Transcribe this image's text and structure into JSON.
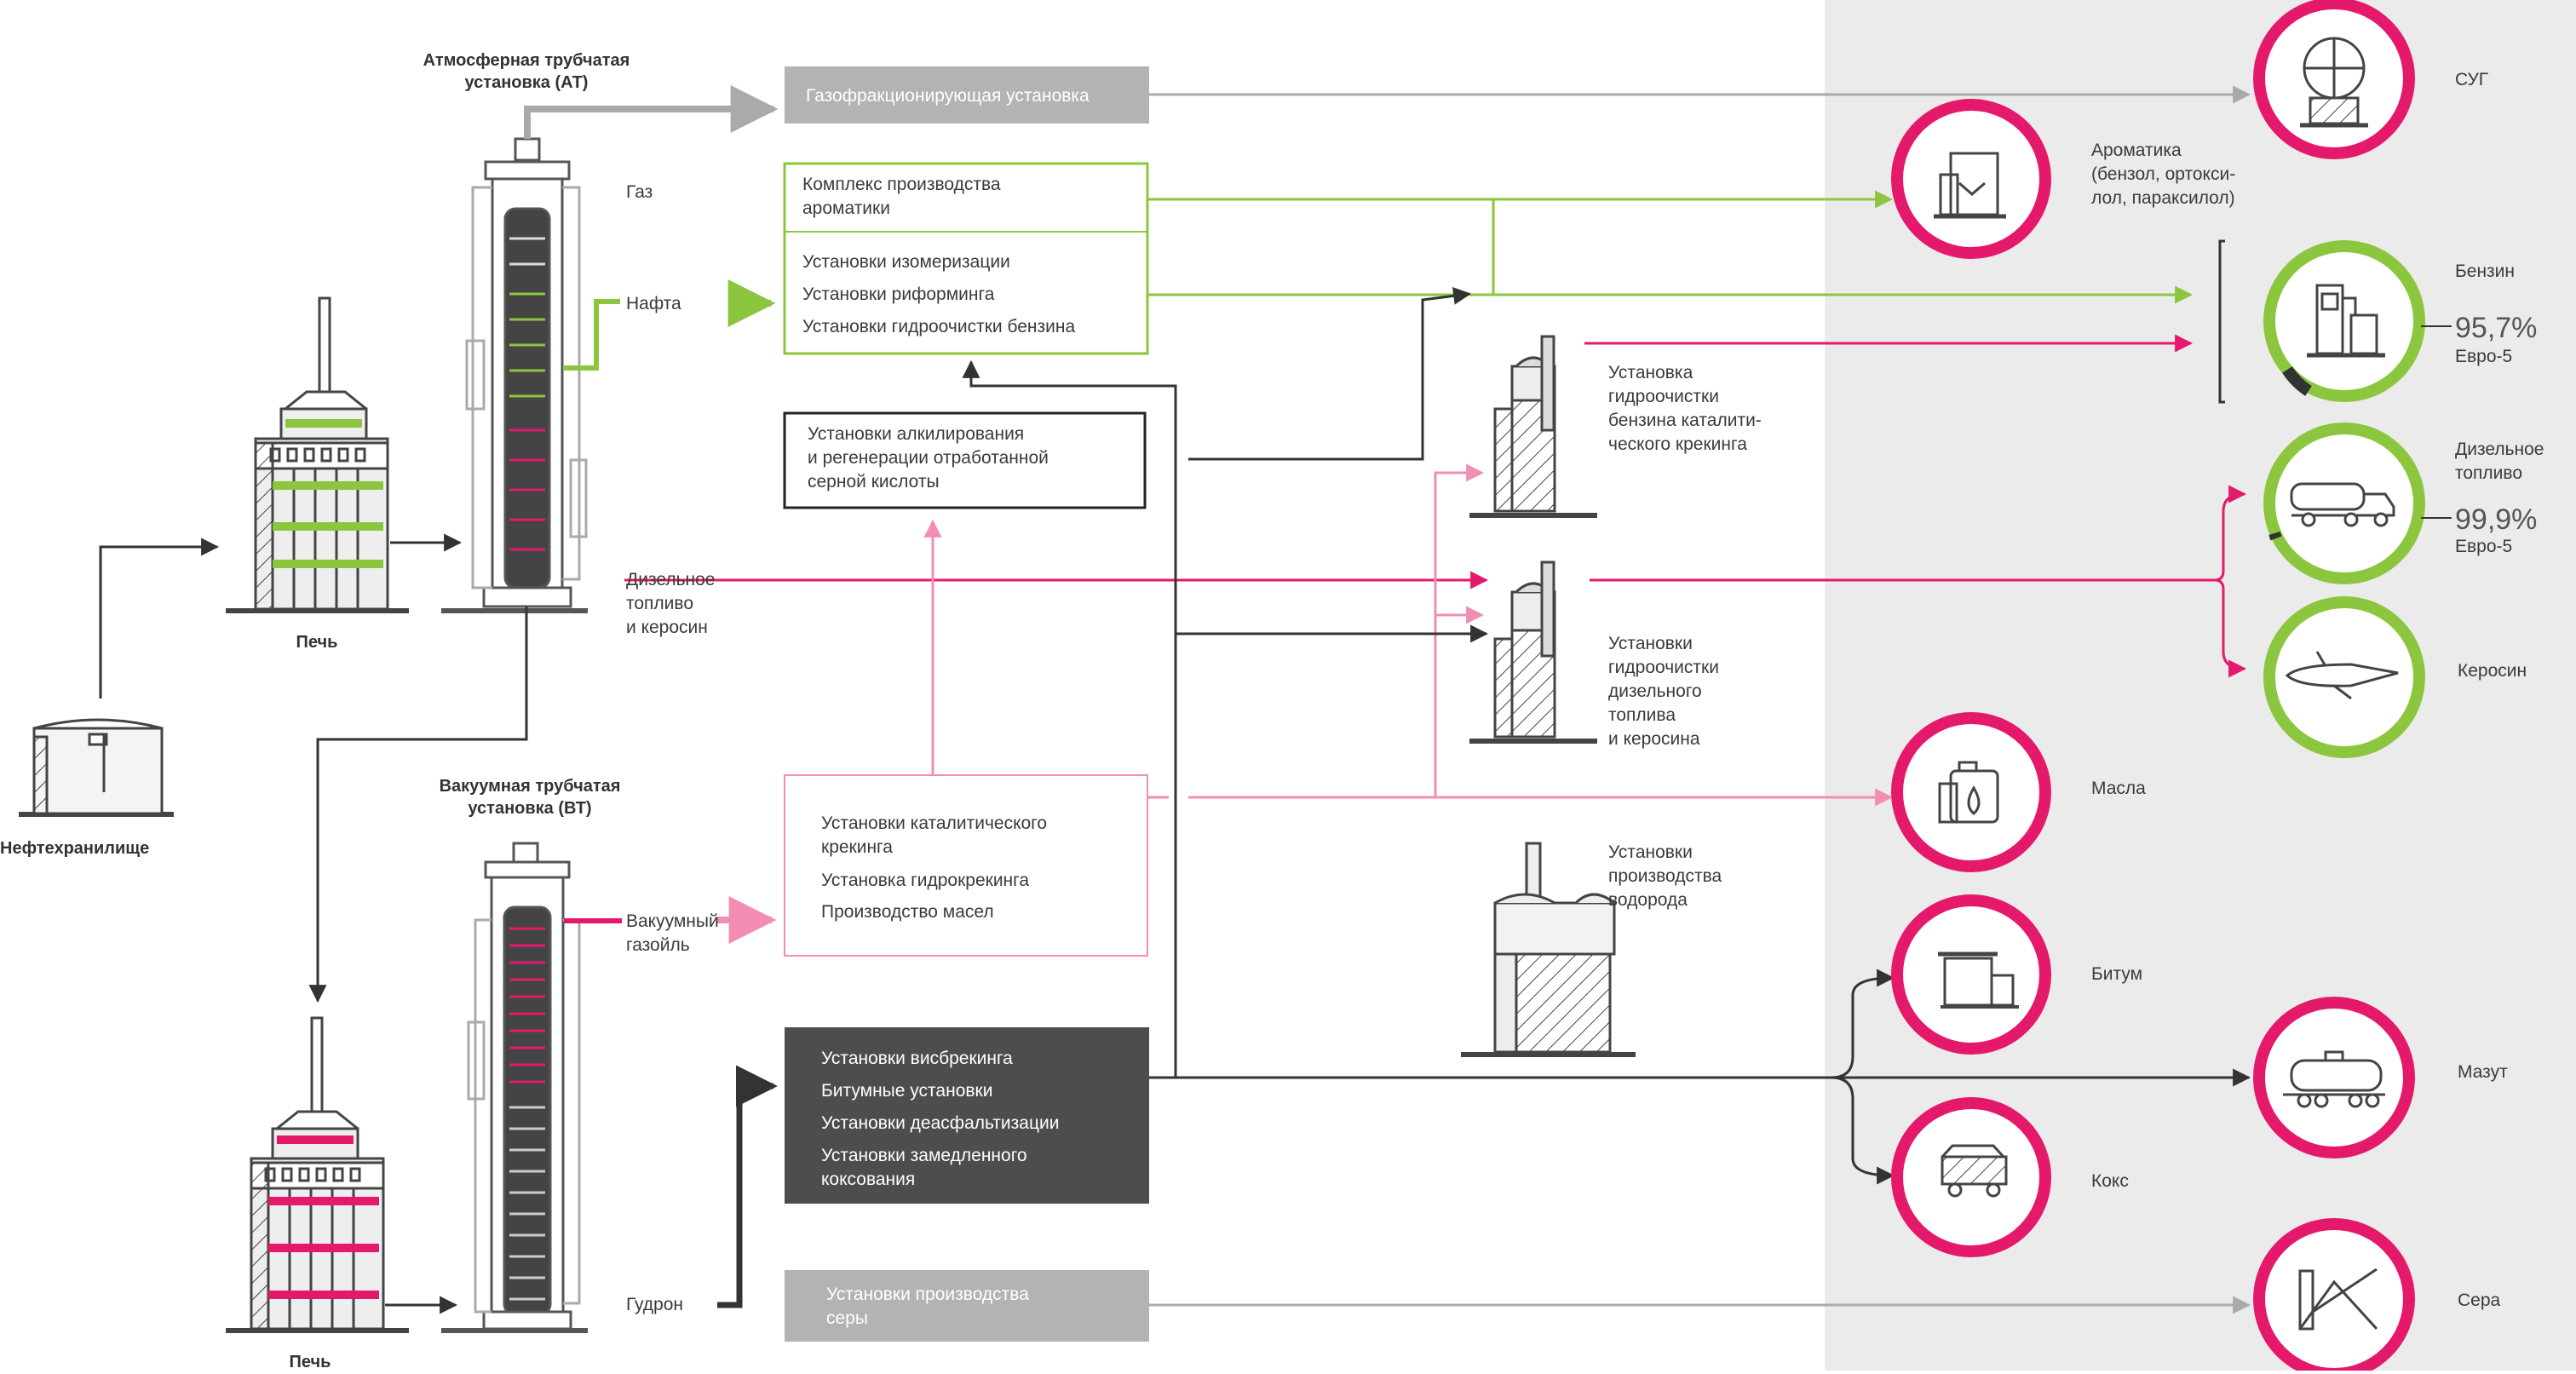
{
  "colors": {
    "green": "#8cc63f",
    "pink": "#e5196b",
    "light_pink": "#f28db4",
    "grey_box": "#b3b3b3",
    "dark_box": "#4d4d4d",
    "panel": "#ebebeb",
    "line": "#333333"
  },
  "labels": {
    "storage": "Нефтехранилище",
    "furnace_top": "Печь",
    "furnace_bottom": "Печь",
    "at_title": "Атмосферная трубчатая\nустановка (АТ)",
    "vt_title": "Вакуумная трубчатая\nустановка (ВТ)",
    "gas": "Газ",
    "naphtha": "Нафта",
    "diesel_kerosene": "Дизельное\nтопливо\nи керосин",
    "vacuum_gasoil": "Вакуумный\nгазойль",
    "tar": "Гудрон"
  },
  "boxes": {
    "gas_fractionation": "Газофракционирующая установка",
    "aromatics_complex": "Комплекс производства\nароматики",
    "isomerization": "Установки изомеризации",
    "reforming": "Установки риформинга",
    "gasoline_hydrotreating": "Установки гидроочистки бензина",
    "alkylation": "Установки алкилирования\nи регенерации отработанной\nсерной кислоты",
    "catalytic_cracking": "Установки каталитического\nкрекинга",
    "hydrocracking": "Установка гидрокрекинга",
    "oil_production": "Производство масел",
    "visbreaking": "Установки висбрекинга",
    "bitumen_units": "Битумные установки",
    "deasphalting": "Установки деасфальтизации",
    "delayed_coking": "Установки замедленного\nкоксования",
    "sulfur_production": "Установки производства\nсеры"
  },
  "units": {
    "cat_gasoline_hydrotreating": "Установка\nгидроочистки\nбензина каталити-\nческого крекинга",
    "diesel_hydrotreating": "Установки\nгидроочистки\nдизельного\nтоплива\nи керосина",
    "hydrogen_production": "Установки\nпроизводства\nводорода"
  },
  "products": {
    "lpg": "СУГ",
    "aromatics": "Ароматика\n(бензол, ортокси-\nлол, параксилол)",
    "gasoline": "Бензин",
    "gasoline_pct": "95,7%",
    "gasoline_std": "Евро-5",
    "diesel": "Дизельное\nтопливо",
    "diesel_pct": "99,9%",
    "diesel_std": "Евро-5",
    "kerosene": "Керосин",
    "oils": "Масла",
    "bitumen": "Битум",
    "fuel_oil": "Мазут",
    "coke": "Кокс",
    "sulfur": "Сера"
  },
  "icons": {
    "lpg": "gas-sphere-icon",
    "aromatics": "chemical-plant-icon",
    "gasoline": "fuel-pump-icon",
    "diesel": "tanker-truck-icon",
    "kerosene": "airplane-icon",
    "oils": "oil-canister-icon",
    "bitumen": "bitumen-tank-icon",
    "fuel_oil": "rail-tank-car-icon",
    "coke": "coke-wagon-icon",
    "sulfur": "sulfur-pile-icon"
  },
  "gauges": {
    "gasoline_pct": 95.7,
    "diesel_pct": 99.9
  }
}
